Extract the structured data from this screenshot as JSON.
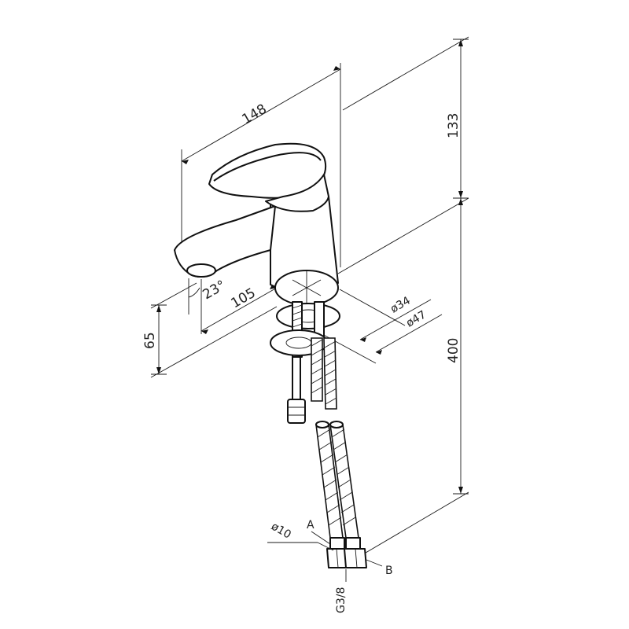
{
  "dimensions": {
    "total_height": "133",
    "spout_length": "148",
    "spout_reach": "105",
    "spout_height": "65",
    "hose_length": "400",
    "base_diameter_inner": "ø34",
    "base_diameter_outer": "ø47",
    "angle": "23°",
    "pipe_diameter": "ø10",
    "thread": "G3/8"
  },
  "connection_labels": {
    "a": "A",
    "b": "B"
  }
}
